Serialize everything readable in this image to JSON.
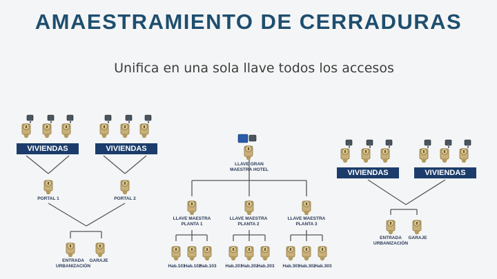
{
  "title": "AMAESTRAMIENTO DE CERRADURAS",
  "subtitle": "Unifica en una sola llave todos los accesos",
  "colors": {
    "title": "#1f4e6e",
    "bar": "#1c3d6b",
    "line": "#555555",
    "brass": "#c9b078"
  },
  "icons": {
    "cylinder": "lock-cylinder-icon",
    "key": "key-icon",
    "master_key": "master-key-card-icon"
  },
  "left": {
    "group1_label": "VIVIENDAS",
    "group2_label": "VIVIENDAS",
    "portal1": "PORTAL 1",
    "portal2": "PORTAL 2",
    "entrada": "ENTRADA URBANIZACIÓN",
    "garaje": "GARAJE"
  },
  "middle": {
    "master": "LLAVE GRAN MAESTRA HOTEL",
    "plantas": [
      "LLAVE MAESTRA PLANTA 1",
      "LLAVE MAESTRA PLANTA 2",
      "LLAVE MAESTRA PLANTA 3"
    ],
    "rooms": [
      "Hab.101",
      "Hab.102",
      "Hab.103",
      "Hab.201",
      "Hab.202",
      "Hab.203",
      "Hab.301",
      "Hab.302",
      "Hab.303"
    ]
  },
  "right": {
    "group1_label": "VIVIENDAS",
    "group2_label": "VIVIENDAS",
    "entrada": "ENTRADA URBANIZACIÓN",
    "garaje": "GARAJE"
  }
}
